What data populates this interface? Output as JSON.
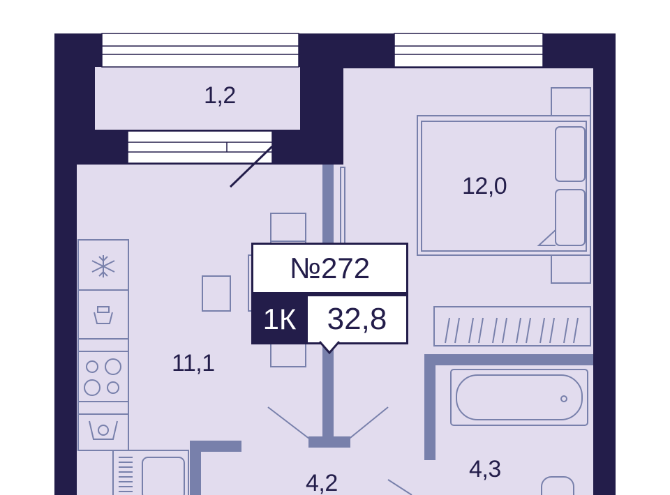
{
  "apartment": {
    "number": "№272",
    "type": "1К",
    "total_area": "32,8"
  },
  "rooms": [
    {
      "name": "balcony",
      "area": "1,2"
    },
    {
      "name": "bedroom",
      "area": "12,0"
    },
    {
      "name": "kitchen-living",
      "area": "11,1"
    },
    {
      "name": "hallway",
      "area": "4,2"
    },
    {
      "name": "bathroom",
      "area": "4,3"
    }
  ],
  "colors": {
    "wall": "#231d4a",
    "floor": "#e2dcee",
    "line": "#7880ab"
  }
}
